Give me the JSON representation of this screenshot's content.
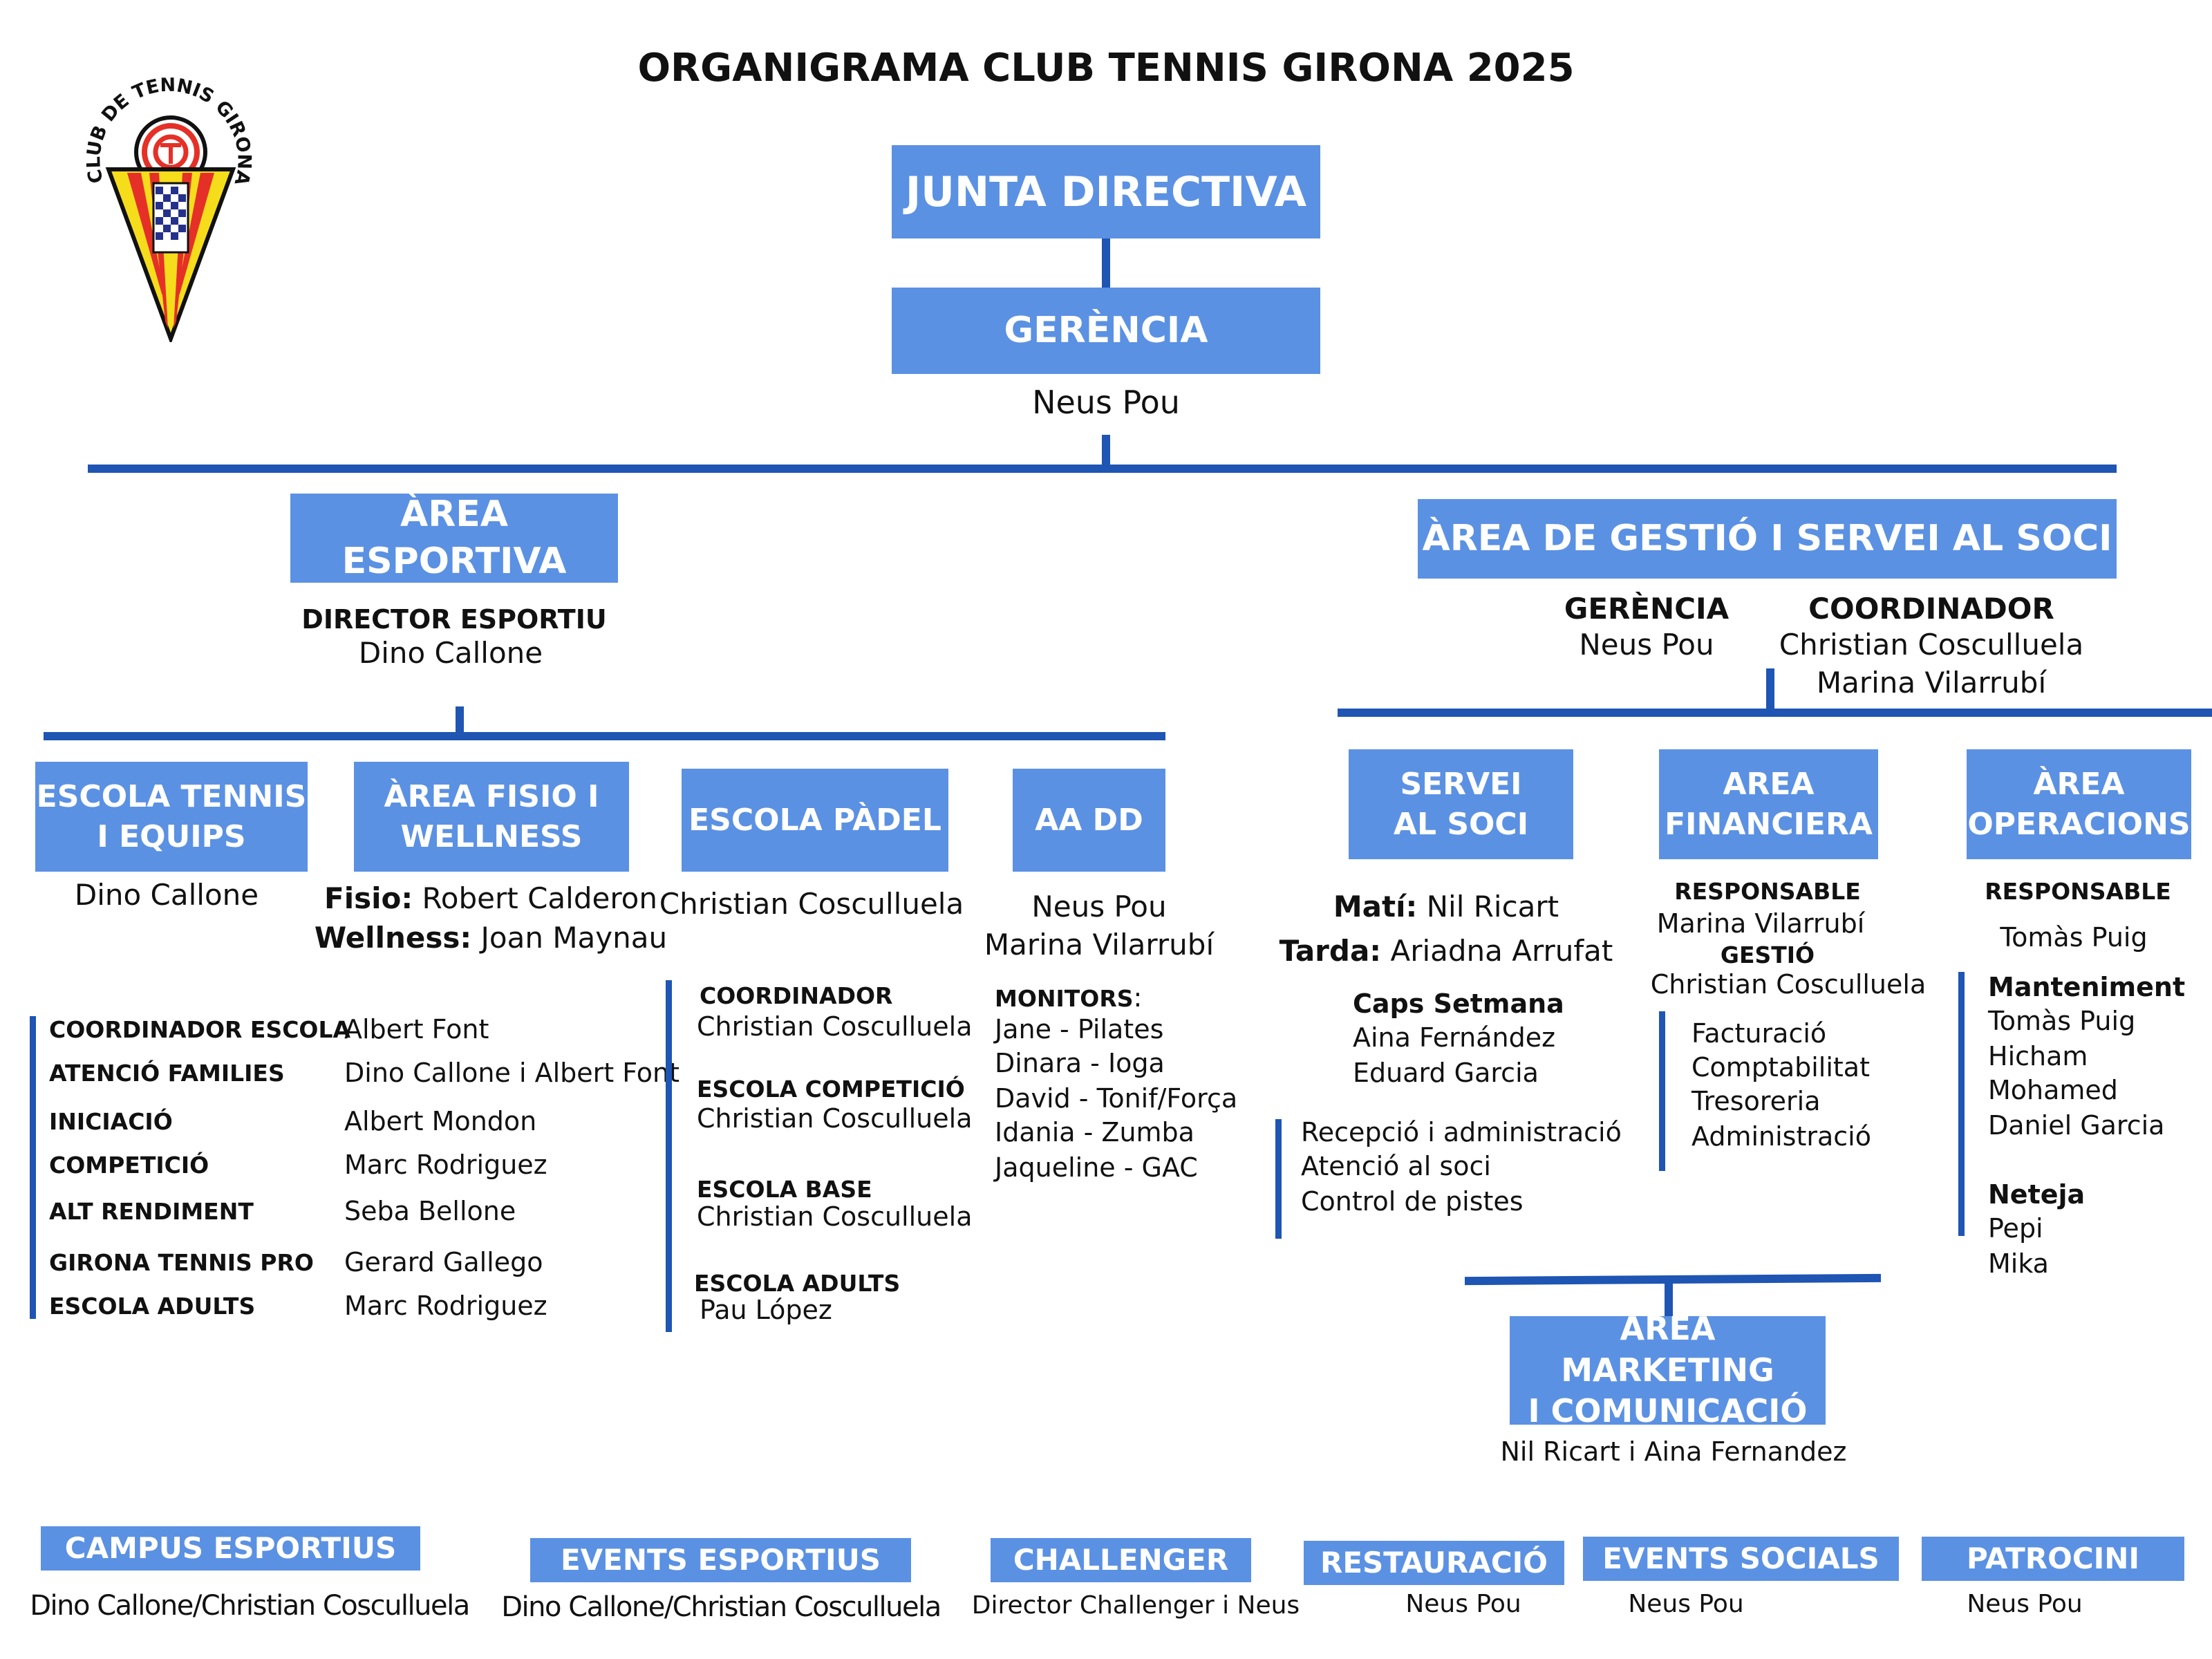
{
  "title": "ORGANIGRAMA CLUB TENNIS GIRONA 2025",
  "logo": {
    "text": "CLUB DE TENNIS GIRONA",
    "colors": {
      "red": "#e53027",
      "yellow": "#f6dd1c",
      "navy": "#25318a"
    }
  },
  "colors": {
    "box": "#5b91e3",
    "line": "#1f55b3"
  },
  "junta": "JUNTA DIRECTIVA",
  "gerencia": {
    "title": "GERÈNCIA",
    "name": "Neus Pou"
  },
  "esportiva": {
    "title": "ÀREA ESPORTIVA",
    "director_label": "DIRECTOR ESPORTIU",
    "director_name": "Dino Callone",
    "escola_tennis": {
      "line1": "ESCOLA TENNIS",
      "line2": "I EQUIPS",
      "name": "Dino Callone",
      "rows": [
        {
          "label": "COORDINADOR ESCOLA",
          "value": "Albert Font"
        },
        {
          "label": "ATENCIÓ FAMILIES",
          "value": "Dino Callone i Albert Font"
        },
        {
          "label": "INICIACIÓ",
          "value": "Albert Mondon"
        },
        {
          "label": "COMPETICIÓ",
          "value": "Marc Rodriguez"
        },
        {
          "label": "ALT RENDIMENT",
          "value": "Seba Bellone"
        },
        {
          "label": "GIRONA TENNIS PRO",
          "value": "Gerard Gallego"
        },
        {
          "label": "ESCOLA ADULTS",
          "value": "Marc Rodriguez"
        }
      ]
    },
    "fisio": {
      "line1": "ÀREA FISIO I",
      "line2": "WELLNESS",
      "fisio_label": "Fisio:",
      "fisio_name": "Robert Calderon",
      "wellness_label": "Wellness:",
      "wellness_name": "Joan Maynau"
    },
    "padel": {
      "title": "ESCOLA PÀDEL",
      "name": "Christian Cosculluela",
      "groups": [
        {
          "label": "COORDINADOR",
          "value": "Christian Cosculluela"
        },
        {
          "label": "ESCOLA COMPETICIÓ",
          "value": "Christian Cosculluela"
        },
        {
          "label": "ESCOLA BASE",
          "value": "Christian Cosculluela"
        },
        {
          "label": "ESCOLA ADULTS",
          "value": "Pau López"
        }
      ]
    },
    "aadd": {
      "title": "AA DD",
      "name1": "Neus Pou",
      "name2": "Marina Vilarrubí",
      "monitors_label": "MONITORS",
      "monitors_colon": ":",
      "monitors": [
        "Jane - Pilates",
        "Dinara - Ioga",
        "David - Tonif/Força",
        "Idania - Zumba",
        "Jaqueline - GAC"
      ]
    }
  },
  "gestio": {
    "title": "ÀREA DE GESTIÓ I SERVEI AL SOCI",
    "gerencia_label": "GERÈNCIA",
    "gerencia_name": "Neus Pou",
    "coord_label": "COORDINADOR",
    "coord_name1": "Christian Cosculluela",
    "coord_name2": "Marina Vilarrubí",
    "servei": {
      "line1": "SERVEI",
      "line2": "AL SOCI",
      "mati_label": "Matí:",
      "mati_name": "Nil Ricart",
      "tarda_label": "Tarda:",
      "tarda_name": "Ariadna Arrufat",
      "caps_label": "Caps Setmana",
      "caps": [
        "Aina Fernández",
        "Eduard Garcia"
      ],
      "tasks": [
        "Recepció i administració",
        "Atenció al soci",
        "Control de pistes"
      ]
    },
    "financiera": {
      "line1": "AREA",
      "line2": "FINANCIERA",
      "resp_label": "RESPONSABLE",
      "resp_name": "Marina Vilarrubí",
      "gestio_label": "GESTIÓ",
      "gestio_name": "Christian Cosculluela",
      "tasks": [
        "Facturació",
        "Comptabilitat",
        "Tresoreria",
        "Administració"
      ]
    },
    "operacions": {
      "line1": "ÀREA",
      "line2": "OPERACIONS",
      "resp_label": "RESPONSABLE",
      "resp_name": "Tomàs Puig",
      "manteniment_label": "Manteniment",
      "manteniment": [
        "Tomàs Puig",
        "Hicham",
        "Mohamed",
        "Daniel Garcia"
      ],
      "neteja_label": "Neteja",
      "neteja": [
        "Pepi",
        "Mika"
      ]
    },
    "marketing": {
      "line1": "ÀREA MARKETING",
      "line2": "I COMUNICACIÓ",
      "name": "Nil Ricart i Aina Fernandez"
    }
  },
  "bottom": [
    {
      "title": "CAMPUS ESPORTIUS",
      "name": "Dino Callone/Christian Cosculluela"
    },
    {
      "title": "EVENTS ESPORTIUS",
      "name": "Dino Callone/Christian Cosculluela"
    },
    {
      "title": "CHALLENGER",
      "name": "Director Challenger i Neus"
    },
    {
      "title": "RESTAURACIÓ",
      "name": "Neus Pou"
    },
    {
      "title": "EVENTS SOCIALS",
      "name": "Neus Pou"
    },
    {
      "title": "PATROCINI",
      "name": "Neus Pou"
    }
  ]
}
